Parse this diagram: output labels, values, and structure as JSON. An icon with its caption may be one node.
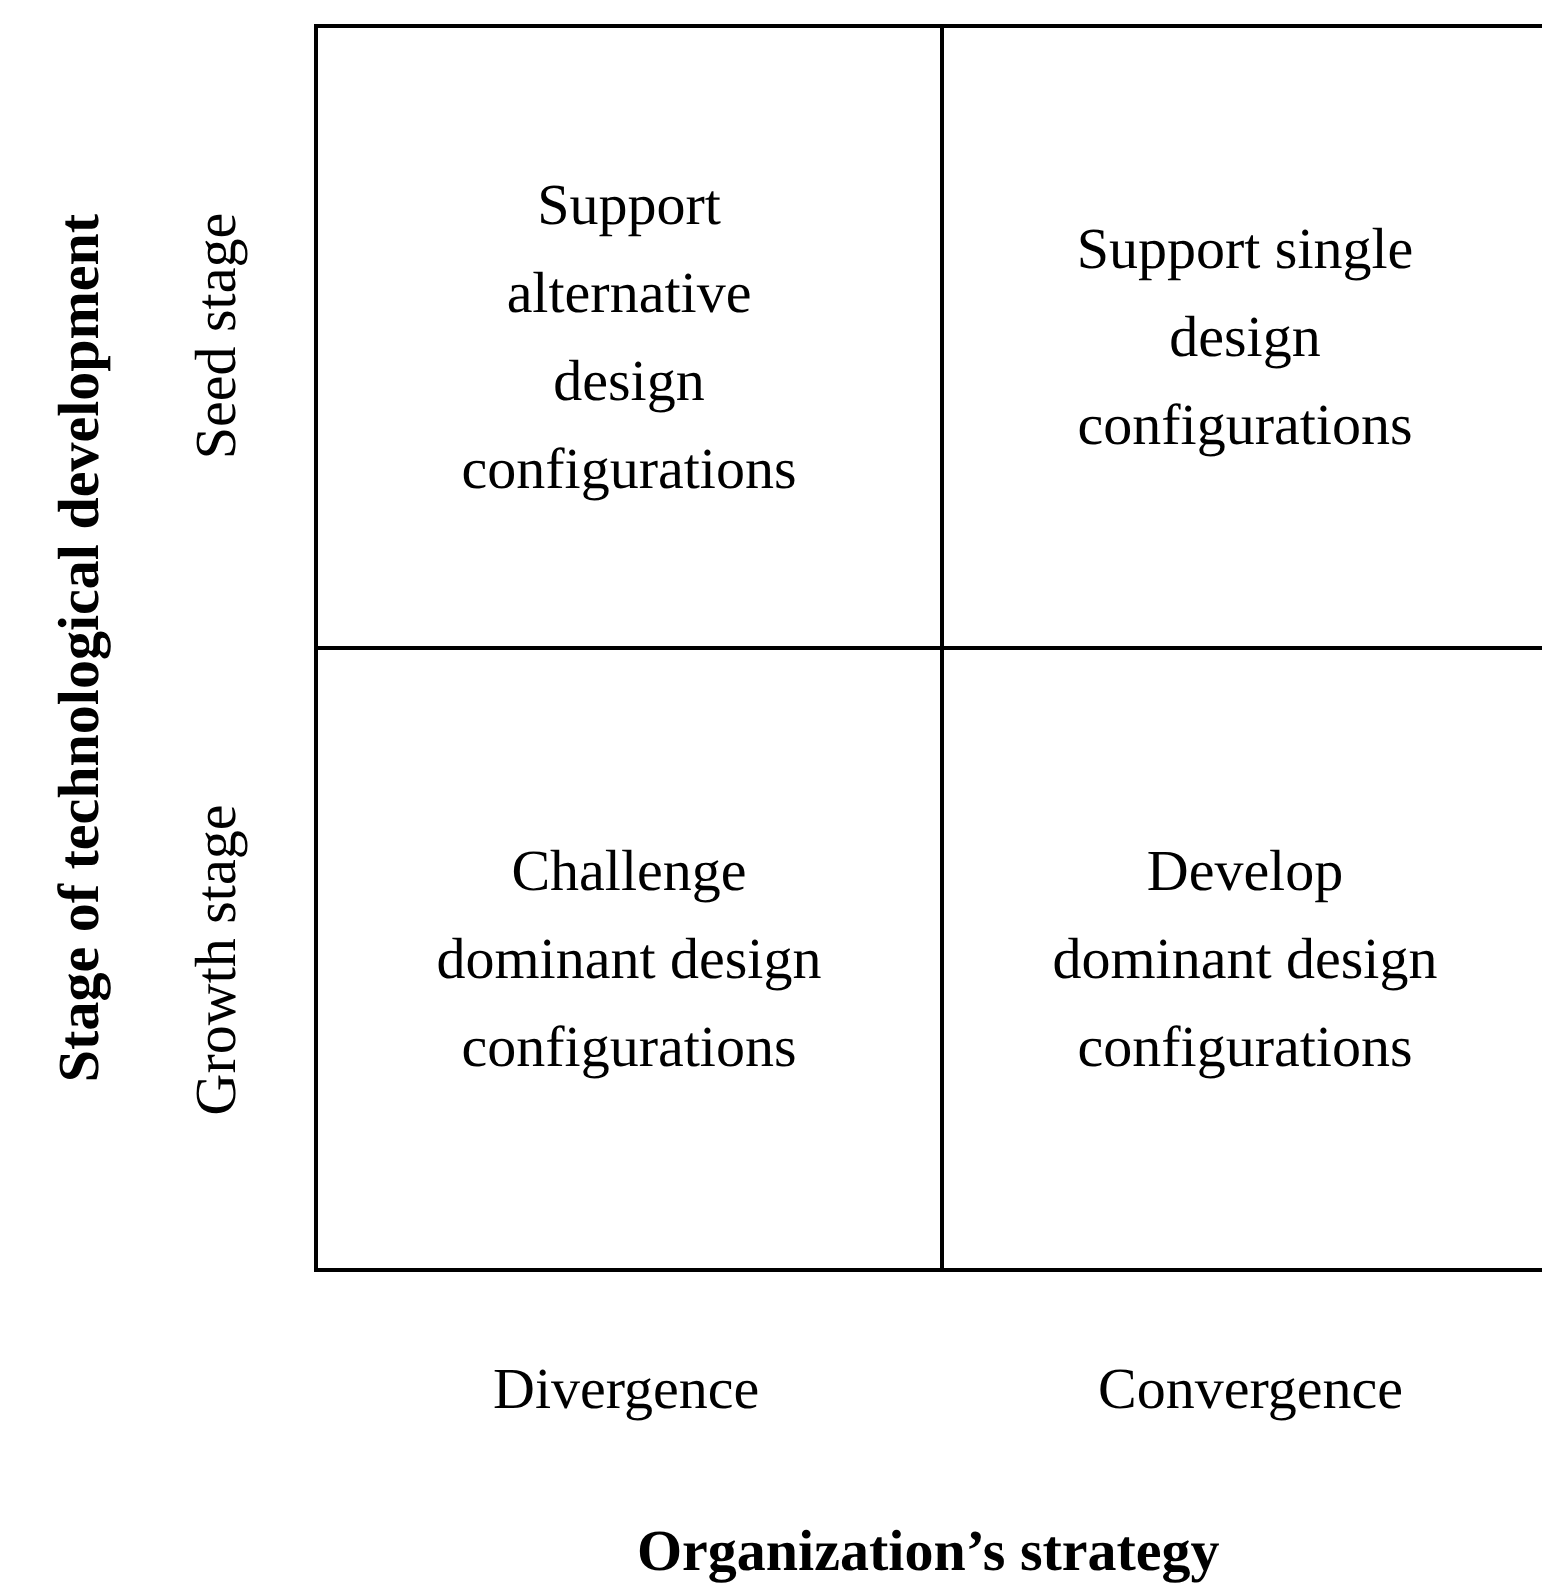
{
  "diagram": {
    "nodes": [
      {
        "text": [
          "Support alternative design configurations"
        ]
      },
      {
        "text": [
          "Support single design configurations"
        ]
      },
      {
        "text": [
          "Challenge dominant design configurations"
        ]
      },
      {
        "text": [
          "Develop dominant design configurations"
        ]
      }
    ],
    "labels": [
      "Stage of technological development",
      "Seed stage",
      "Growth stage",
      "Divergence",
      "Convergence",
      "Organization’s strategy"
    ]
  }
}
